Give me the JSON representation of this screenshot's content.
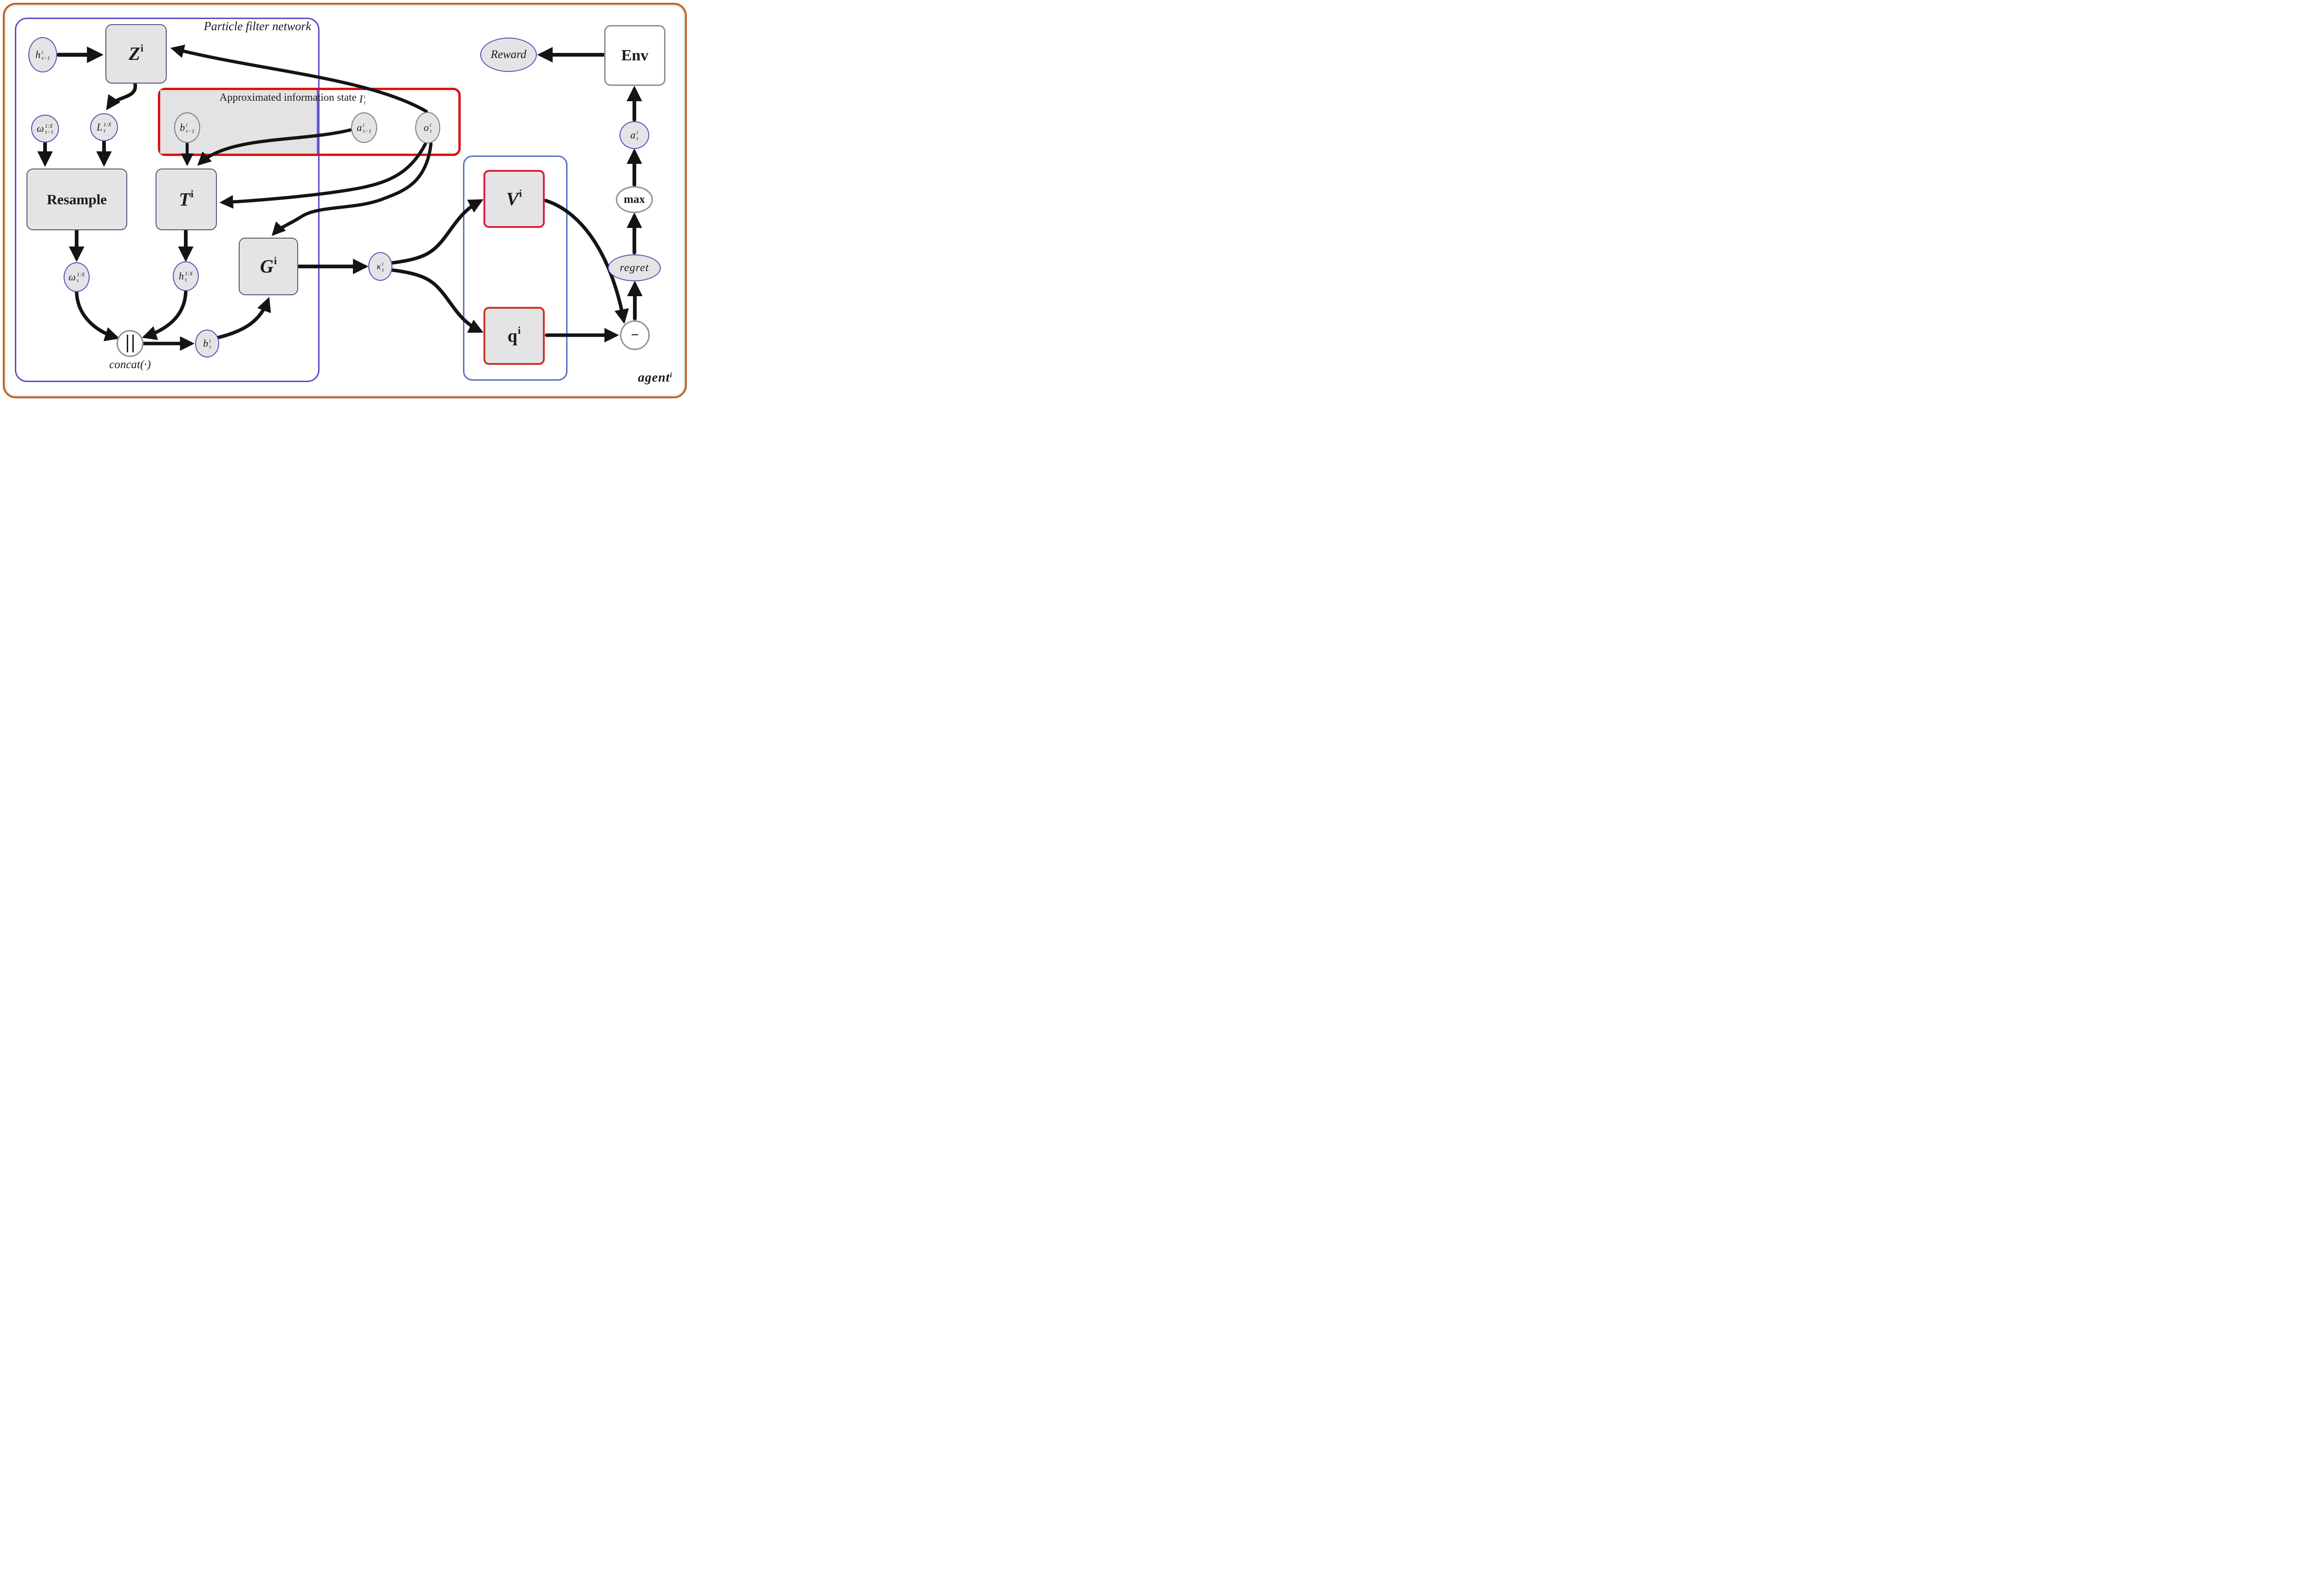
{
  "colors": {
    "arrow": "#141414",
    "ink": "#1a1a1a",
    "violet": "#5053b4",
    "grayring": "#7c7c7c",
    "boxring": "#55557a",
    "envring": "#8f8f8f",
    "orange": "#c95f16",
    "cyan": "#cfeef6",
    "purple": "#544dc6",
    "red": "#da1113",
    "blue": "#5570c2",
    "vred": "#d92045",
    "qred": "#c9342a",
    "nodefill": "#e4e4e6",
    "panel": "#e3e2e4",
    "paper": "#ffffff"
  },
  "labels": {
    "particle_filter_network": "Particle filter network",
    "approx_info_prefix": "Approximated information state ",
    "approx_info_symbol": {
      "base": "I",
      "sup": "i",
      "sub": "τ"
    },
    "concat": "concat(·)",
    "agent": {
      "base": "agent",
      "sup": "i"
    }
  },
  "nodes": {
    "h_prev": {
      "base": "h",
      "sup": "i",
      "sub": "τ−1"
    },
    "z": {
      "base": "Z",
      "sup": "i"
    },
    "omega_prev": {
      "base": "ω",
      "sup": "1:X",
      "sub": "τ−1"
    },
    "l": {
      "base": "L",
      "sup": "1:X",
      "sub": "τ"
    },
    "resample": {
      "label": "Resample"
    },
    "b_prev": {
      "base": "b",
      "sup": "i",
      "sub": "τ−1"
    },
    "a_prev": {
      "base": "a",
      "sup": "i",
      "sub": "τ−1"
    },
    "o": {
      "base": "o",
      "sup": "i",
      "sub": "τ"
    },
    "t": {
      "base": "T",
      "sup": "i"
    },
    "g": {
      "base": "G",
      "sup": "i"
    },
    "omega": {
      "base": "ω",
      "sup": "1:X",
      "sub": "τ"
    },
    "h_tau": {
      "base": "h",
      "sup": "1:X",
      "sub": "τ"
    },
    "b_tau": {
      "base": "b",
      "sup": "i",
      "sub": "τ"
    },
    "kappa": {
      "base": "κ",
      "sup": "i",
      "sub": "τ"
    },
    "v": {
      "base": "V",
      "sup": "i"
    },
    "q": {
      "base": "q",
      "sup": "i"
    },
    "minus": {
      "label": "−"
    },
    "regret": {
      "label": "regret"
    },
    "max": {
      "label": "max"
    },
    "a_tau": {
      "base": "a",
      "sup": "i",
      "sub": "τ"
    },
    "env": {
      "label": "Env"
    },
    "reward": {
      "label": "Reward"
    }
  }
}
